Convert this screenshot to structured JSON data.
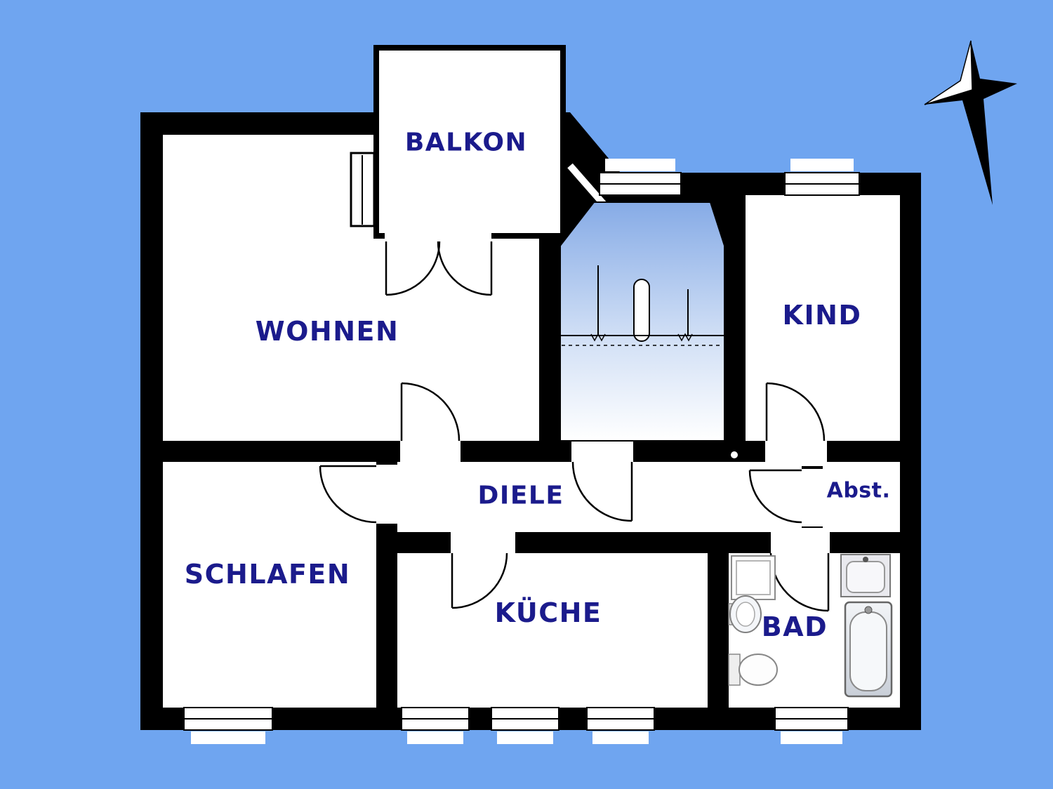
{
  "colors": {
    "background": "#6FA5F0",
    "walls": "#000000",
    "room_fill": "#FFFFFF",
    "label_text": "#1B1B8C",
    "stairwell_gradient_top": "#86ABE6"
  },
  "rooms": [
    {
      "id": "balkon",
      "label": "BALKON"
    },
    {
      "id": "wohnen",
      "label": "WOHNEN"
    },
    {
      "id": "kind",
      "label": "KIND"
    },
    {
      "id": "diele",
      "label": "DIELE"
    },
    {
      "id": "abstellraum",
      "label": "Abst."
    },
    {
      "id": "schlafen",
      "label": "SCHLAFEN"
    },
    {
      "id": "kueche",
      "label": "KÜCHE"
    },
    {
      "id": "bad",
      "label": "BAD"
    }
  ],
  "icons": [
    {
      "name": "compass-north-icon"
    },
    {
      "name": "bathtub-icon"
    },
    {
      "name": "washbasin-icon"
    },
    {
      "name": "sink-icon"
    },
    {
      "name": "toilet-icon"
    },
    {
      "name": "shower-icon"
    }
  ]
}
